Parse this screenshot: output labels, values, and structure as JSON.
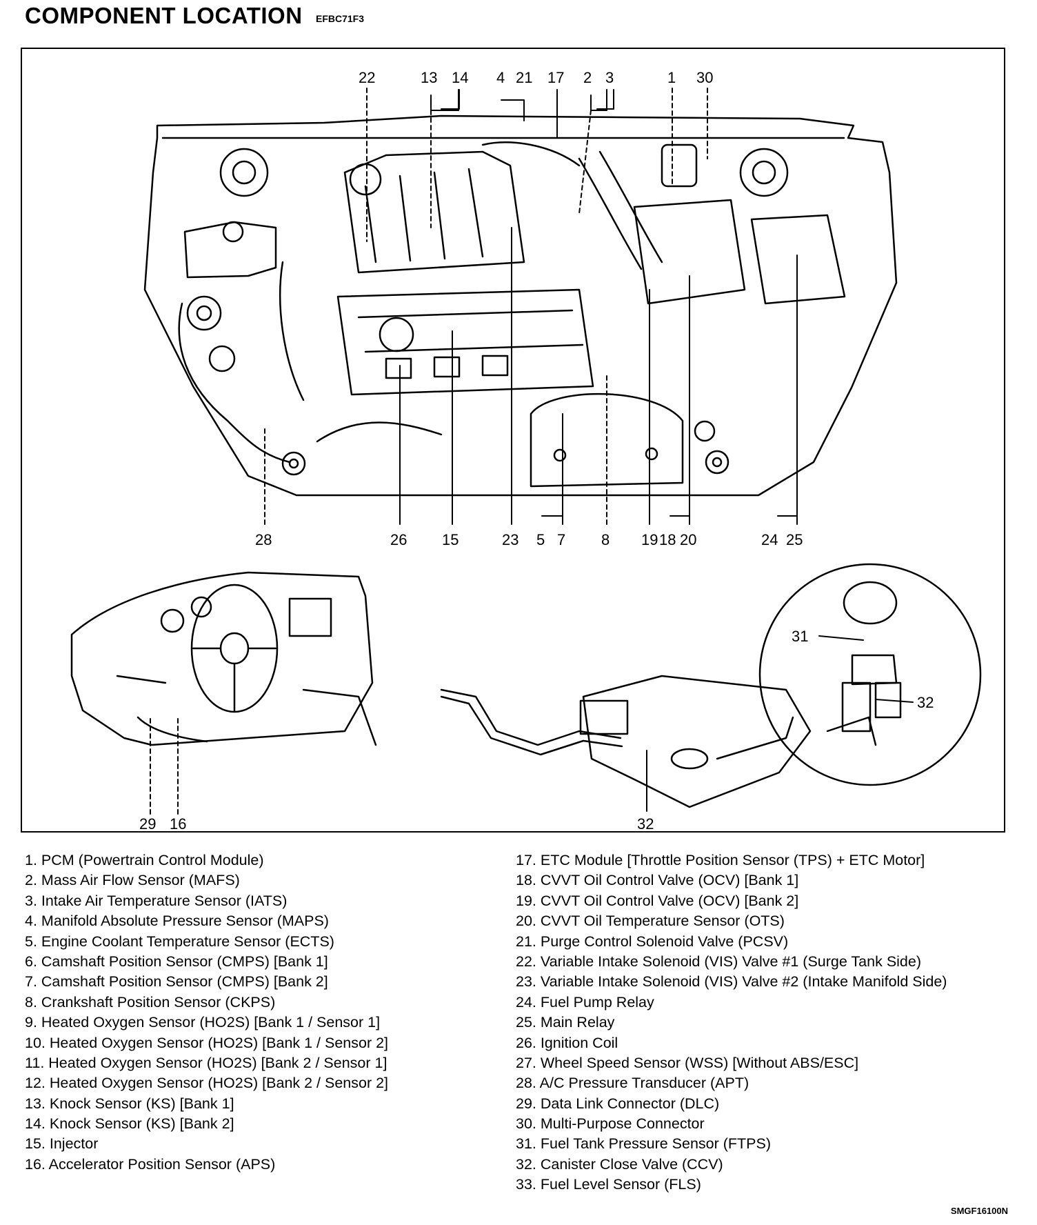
{
  "header": {
    "title": "COMPONENT LOCATION",
    "code": "EFBC71F3"
  },
  "engine_callouts": {
    "top": [
      "22",
      "13",
      "14",
      "4",
      "21",
      "17",
      "2",
      "3",
      "1",
      "30"
    ],
    "bottom": [
      "28",
      "26",
      "15",
      "23",
      "5",
      "7",
      "8",
      "19",
      "18",
      "20",
      "24",
      "25"
    ]
  },
  "interior_callouts": [
    "29",
    "16"
  ],
  "tank_callouts": {
    "canister": "32",
    "pump_sensor": "31",
    "pump_valve": "32"
  },
  "legend_left": [
    "1. PCM (Powertrain Control Module)",
    "2. Mass Air Flow Sensor (MAFS)",
    "3. Intake Air Temperature Sensor (IATS)",
    "4. Manifold Absolute Pressure Sensor (MAPS)",
    "5. Engine Coolant Temperature Sensor (ECTS)",
    "6. Camshaft Position Sensor (CMPS) [Bank 1]",
    "7. Camshaft Position Sensor (CMPS) [Bank 2]",
    "8. Crankshaft Position Sensor (CKPS)",
    "9. Heated Oxygen Sensor (HO2S) [Bank 1 / Sensor 1]",
    "10. Heated Oxygen Sensor (HO2S) [Bank 1 / Sensor 2]",
    "11. Heated Oxygen Sensor (HO2S) [Bank 2 / Sensor 1]",
    "12. Heated Oxygen Sensor (HO2S) [Bank 2 / Sensor 2]",
    "13. Knock Sensor (KS) [Bank 1]",
    "14. Knock Sensor (KS) [Bank 2]",
    "15. Injector",
    "16. Accelerator Position Sensor (APS)"
  ],
  "legend_right": [
    "17. ETC Module [Throttle Position Sensor (TPS) + ETC Motor]",
    "18. CVVT Oil Control Valve (OCV) [Bank 1]",
    "19. CVVT Oil Control Valve (OCV) [Bank 2]",
    "20. CVVT Oil Temperature Sensor (OTS)",
    "21. Purge Control Solenoid Valve (PCSV)",
    "22. Variable Intake Solenoid (VIS) Valve #1 (Surge Tank Side)",
    "23. Variable Intake Solenoid (VIS) Valve #2 (Intake Manifold Side)",
    "24. Fuel Pump Relay",
    "25. Main Relay",
    "26. Ignition Coil",
    "27. Wheel Speed Sensor (WSS) [Without ABS/ESC]",
    "28. A/C Pressure Transducer (APT)",
    "29. Data Link Connector (DLC)",
    "30. Multi-Purpose Connector",
    "31. Fuel Tank Pressure Sensor (FTPS)",
    "32. Canister Close Valve (CCV)",
    "33. Fuel Level Sensor (FLS)"
  ],
  "footer": {
    "code": "SMGF16100N"
  }
}
